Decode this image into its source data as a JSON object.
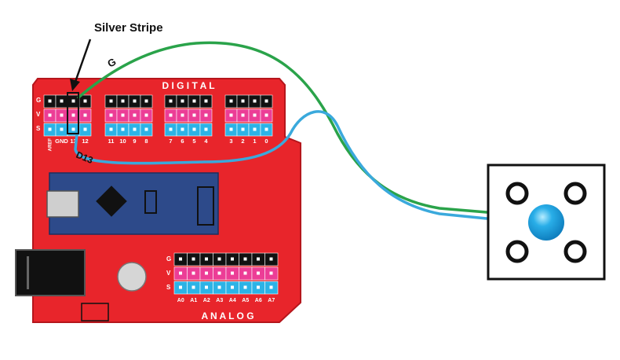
{
  "annotations": {
    "silver_stripe": "Silver Stripe",
    "wire_g": "G",
    "wire_d13": "D13"
  },
  "board": {
    "digital_label": "D I G I T A L",
    "analog_label": "A N A L O G",
    "row_labels": [
      "G",
      "V",
      "S"
    ],
    "digital_headers": [
      {
        "pins": [
          "AREF",
          "GND",
          "13",
          "12"
        ]
      },
      {
        "pins": [
          "11",
          "10",
          "9",
          "8"
        ]
      },
      {
        "pins": [
          "7",
          "6",
          "5",
          "4"
        ]
      },
      {
        "pins": [
          "3",
          "2",
          "1",
          "0"
        ]
      }
    ],
    "analog_pins": [
      "A0",
      "A1",
      "A2",
      "A3",
      "A4",
      "A5",
      "A6",
      "A7"
    ]
  },
  "colors": {
    "board_red": "#e8252b",
    "board_edge": "#b5161c",
    "chip_blue": "#2d4a8a",
    "row_black": "#111111",
    "row_pink": "#ec3d96",
    "row_cyan": "#2cb3e6",
    "wire_green": "#2aa34a",
    "wire_blue": "#3aa9dc",
    "led_blue": "#29aee8"
  }
}
